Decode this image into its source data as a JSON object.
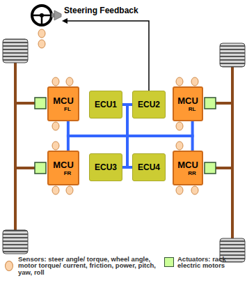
{
  "diagram": {
    "nodes": [
      {
        "text": [
          "MCU",
          "FL"
        ]
      },
      {
        "text": [
          "ECU1"
        ]
      },
      {
        "text": [
          "ECU2"
        ]
      },
      {
        "text": [
          "MCU",
          "RL"
        ]
      },
      {
        "text": [
          "MCU",
          "FR"
        ]
      },
      {
        "text": [
          "ECU3"
        ]
      },
      {
        "text": [
          "ECU4"
        ]
      },
      {
        "text": [
          "MCU",
          "RR"
        ]
      }
    ],
    "edges": [
      {
        "from": 0,
        "to": 4,
        "arrow": "none"
      },
      {
        "from": 1,
        "to": 2,
        "arrow": "none"
      },
      {
        "from": 3,
        "to": 7,
        "arrow": "none"
      },
      {
        "from": 5,
        "to": 6,
        "arrow": "none"
      }
    ],
    "labels": [
      "Steering Feedback"
    ],
    "legend": [
      {
        "text": "Sensors: steer angle/ torque, wheel angle, motor torque/ current, friction, power, pitch, yaw, roll",
        "color": "#fcd4ac"
      },
      {
        "text": "Actuators: rack electric motors",
        "color": "#ccff99"
      }
    ]
  }
}
